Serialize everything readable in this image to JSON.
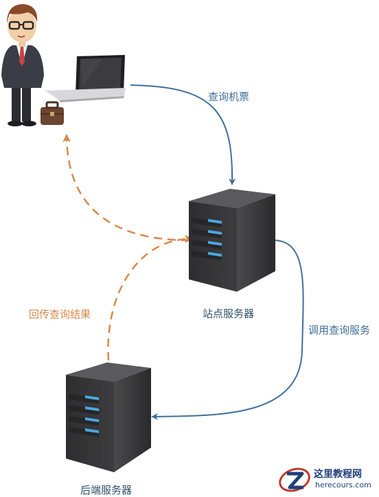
{
  "diagram": {
    "edges": {
      "query_ticket": "查询机票",
      "call_query_service": "调用查询服务",
      "return_query_result": "回传查询结果"
    },
    "nodes": {
      "site_server": "站点服务器",
      "backend_server": "后端服务器"
    },
    "colors": {
      "request_arrow": "#3f6f9a",
      "response_arrow": "#d6894a",
      "server_body": "#3a3a3c",
      "server_light": "#4aa8e0"
    }
  },
  "watermark": {
    "title": "这里教程网",
    "url": "herecours.com"
  }
}
